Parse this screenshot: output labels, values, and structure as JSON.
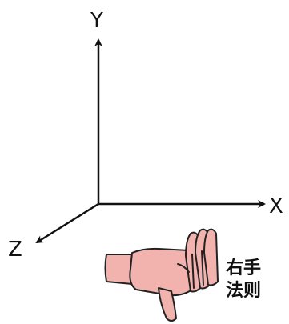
{
  "diagram": {
    "axes": {
      "y": {
        "label": "Y"
      },
      "x": {
        "label": "X"
      },
      "z": {
        "label": "Z"
      }
    },
    "caption": {
      "line1": "右手",
      "line2": "法则"
    },
    "colors": {
      "axis": "#111111",
      "hand_fill": "#f2b3ae",
      "hand_outline": "#222222",
      "background": "#ffffff"
    },
    "icon": "right-hand-rule-hand-icon"
  }
}
